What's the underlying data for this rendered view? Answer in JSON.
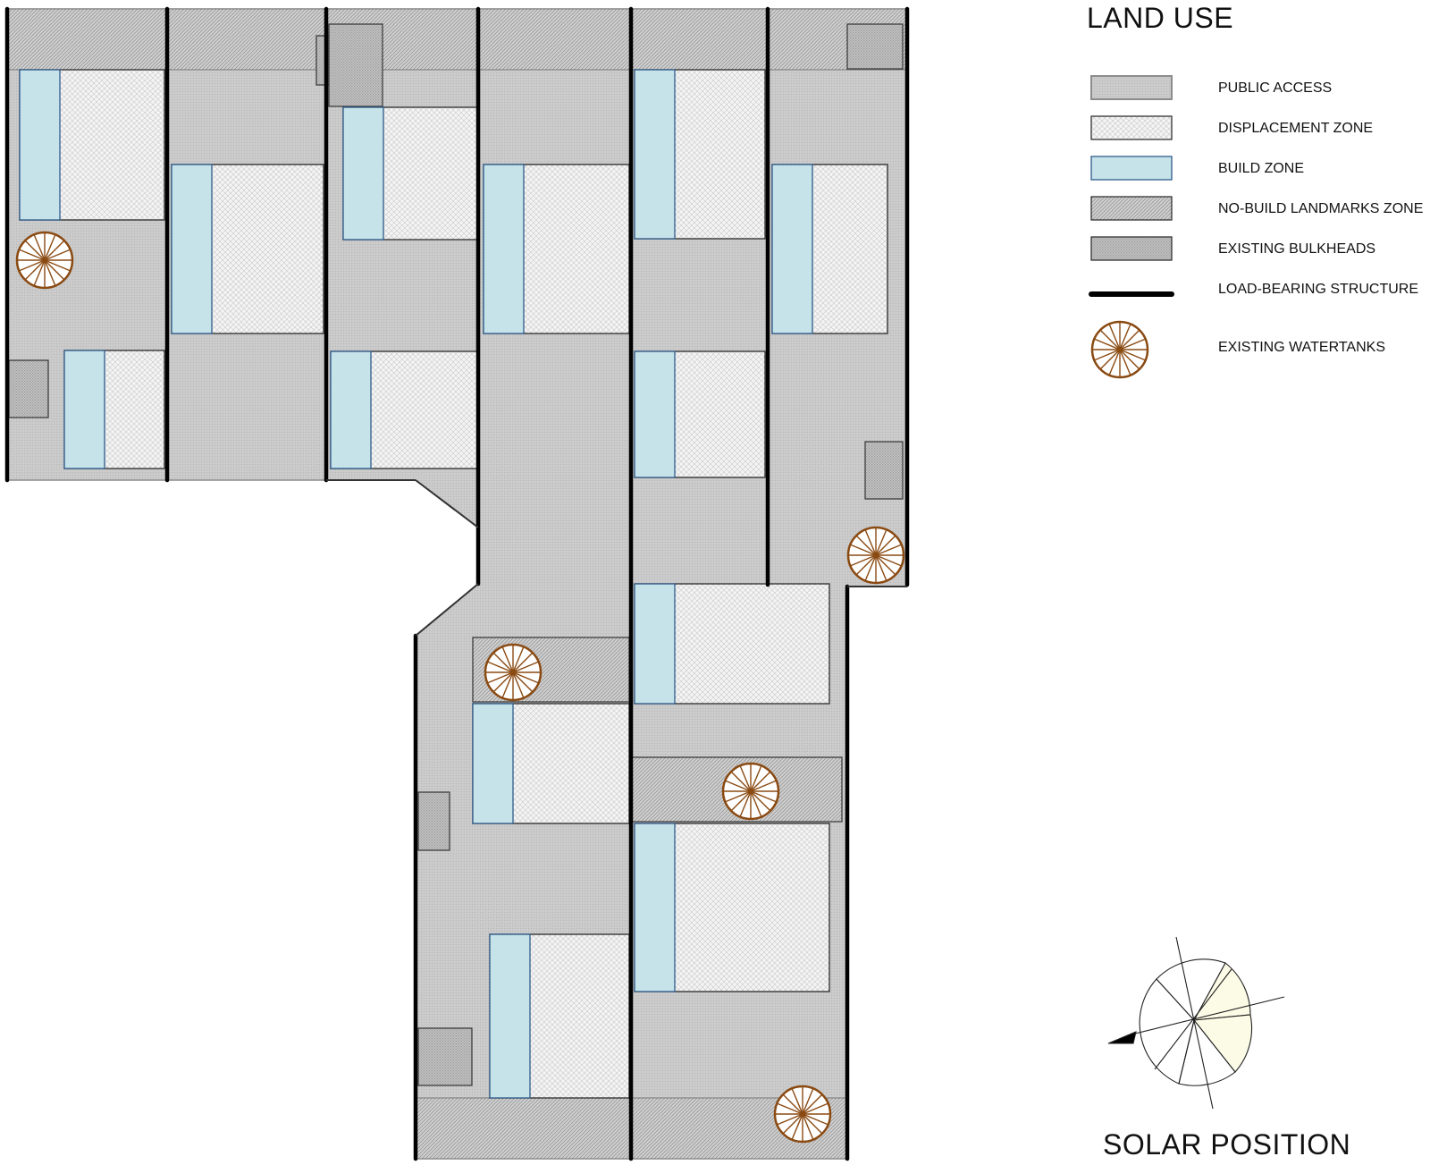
{
  "legend": {
    "title": "LAND USE",
    "items": [
      {
        "key": "public",
        "label": "PUBLIC ACCESS"
      },
      {
        "key": "displacement",
        "label": "DISPLACEMENT ZONE"
      },
      {
        "key": "build",
        "label": "BUILD ZONE"
      },
      {
        "key": "landmark",
        "label": "NO-BUILD LANDMARKS ZONE"
      },
      {
        "key": "bulkhead",
        "label": "EXISTING BULKHEADS"
      },
      {
        "key": "structure",
        "label": "LOAD-BEARING  STRUCTURE"
      },
      {
        "key": "watertank",
        "label": "EXISTING WATERTANKS"
      }
    ]
  },
  "solar": {
    "title": "SOLAR POSITION"
  },
  "colors": {
    "public": "#c9c9c9",
    "displacement": "#f3f3f3",
    "build": "#c5e3e9",
    "build_border": "#2f5a8a",
    "landmark": "#c4c4c4",
    "structure": "#000000",
    "watertank": "#8a4a12",
    "solar_fill": "#fbfbe6"
  }
}
